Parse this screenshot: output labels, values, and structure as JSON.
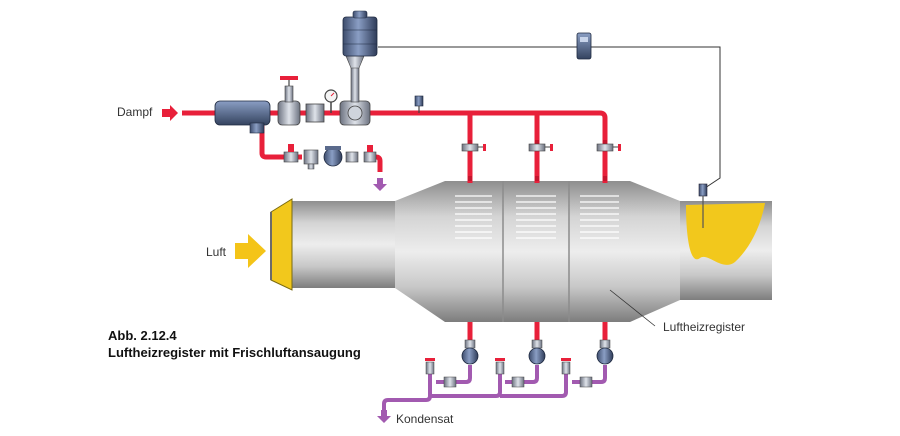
{
  "figure": {
    "number": "Abb. 2.12.4",
    "title": "Luftheizregister mit Frischluftansaugung"
  },
  "labels": {
    "steam": "Dampf",
    "air": "Luft",
    "heater": "Luftheizregister",
    "condensate": "Kondensat"
  },
  "colors": {
    "steam_pipe": "#e8203a",
    "condensate_pipe": "#a25ab0",
    "air_arrow": "#f4c418",
    "duct_gray": "#b8b8b8",
    "yellow_fill": "#f2c81c",
    "control_line": "#333333"
  },
  "icons": [
    "steam-arrow-icon",
    "air-arrow-icon",
    "condensate-arrow-icon",
    "thermostat-icon",
    "control-box-icon"
  ]
}
